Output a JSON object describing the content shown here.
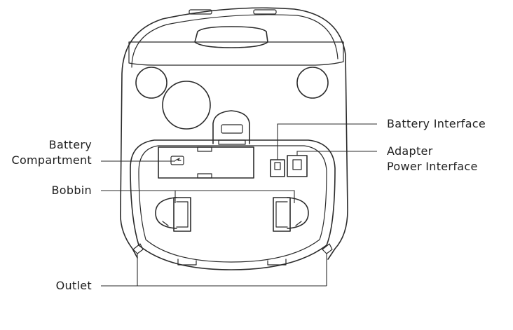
{
  "labels": {
    "battery_interface": "Battery Interface",
    "adapter_line1": "Adapter",
    "adapter_line2": "Power Interface",
    "battery_compartment_line1": "Battery",
    "battery_compartment_line2": "Compartment",
    "bobbin": "Bobbin",
    "outlet": "Outlet"
  },
  "colors": {
    "line": "#2b2b2b",
    "text": "#1f1f1f",
    "background": "#ffffff"
  }
}
